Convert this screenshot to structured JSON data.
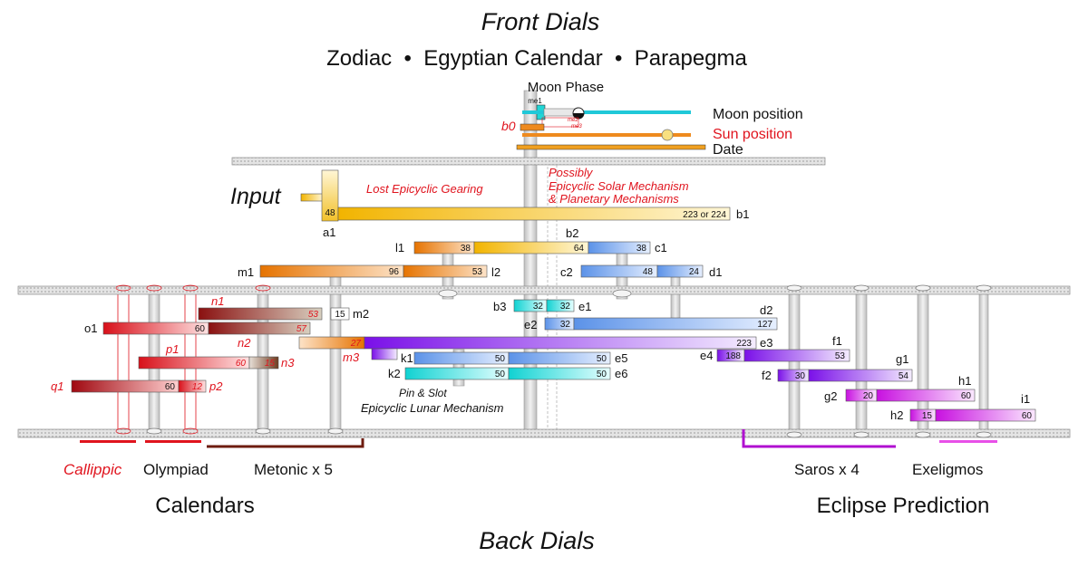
{
  "titles": {
    "front": "Front Dials",
    "front_sub": "Zodiac  •  Egyptian Calendar  •  Parapegma",
    "back": "Back Dials"
  },
  "top_labels": {
    "moon_phase": "Moon Phase",
    "me1": "me1",
    "me2": "me2",
    "me3": "me3",
    "b0": "b0",
    "moon_position": "Moon position",
    "sun_position": "Sun position",
    "date": "Date"
  },
  "annotations": {
    "input": "Input",
    "lost": "Lost Epicyclic Gearing",
    "possibly_1": "Possibly",
    "possibly_2": "Epicyclic Solar Mechanism",
    "possibly_3": "& Planetary Mechanisms",
    "pin_1": "Pin & Slot",
    "pin_2": "Epicyclic Lunar Mechanism"
  },
  "gear_labels": {
    "a1": "a1",
    "b1": "b1",
    "b2": "b2",
    "l1": "l1",
    "c1": "c1",
    "m1": "m1",
    "l2": "l2",
    "c2": "c2",
    "d1": "d1",
    "n1": "n1",
    "m2": "m2",
    "o1": "o1",
    "n2": "n2",
    "b3": "b3",
    "e1": "e1",
    "e2": "e2",
    "d2": "d2",
    "p1": "p1",
    "n3": "n3",
    "m3": "m3",
    "e3": "e3",
    "k1": "k1",
    "e5": "e5",
    "k2": "k2",
    "e6": "e6",
    "e4": "e4",
    "f1": "f1",
    "g1": "g1",
    "f2": "f2",
    "q1": "q1",
    "p2": "p2",
    "h1": "h1",
    "g2": "g2",
    "i1": "i1",
    "h2": "h2"
  },
  "teeth": {
    "a1": "48",
    "b1": "223 or 224",
    "l1": "38",
    "b2": "64",
    "c1": "38",
    "m1": "96",
    "l2": "53",
    "c2": "48",
    "d1": "24",
    "n1": "53",
    "m2": "15",
    "o1": "60",
    "n2": "57",
    "b3": "32",
    "e1": "32",
    "e2": "32",
    "d2": "127",
    "m3": "27",
    "e3": "223",
    "p1": "60",
    "n3": "15",
    "k1": "50",
    "e5": "50",
    "k2": "50",
    "e6": "50",
    "e4": "188",
    "f1": "53",
    "f2": "30",
    "g1": "54",
    "q1": "60",
    "p2": "12",
    "g2": "20",
    "h1": "60",
    "h2": "15",
    "i1": "60"
  },
  "dials": {
    "callippic": "Callippic",
    "olympiad": "Olympiad",
    "metonic": "Metonic x 5",
    "saros": "Saros x 4",
    "exeligmos": "Exeligmos",
    "calendars": "Calendars",
    "eclipse": "Eclipse Prediction"
  },
  "colors": {
    "red": "#e0141e",
    "orange": "#ee8a1e",
    "gold": "#f2c12a",
    "blue": "#5b92e8",
    "cyan": "#20d6d6",
    "purple": "#8a1ee8",
    "magenta": "#d010e0",
    "brown": "#6e1c10",
    "plate": "#d6d6d6",
    "axle": "#cfcfcf"
  }
}
